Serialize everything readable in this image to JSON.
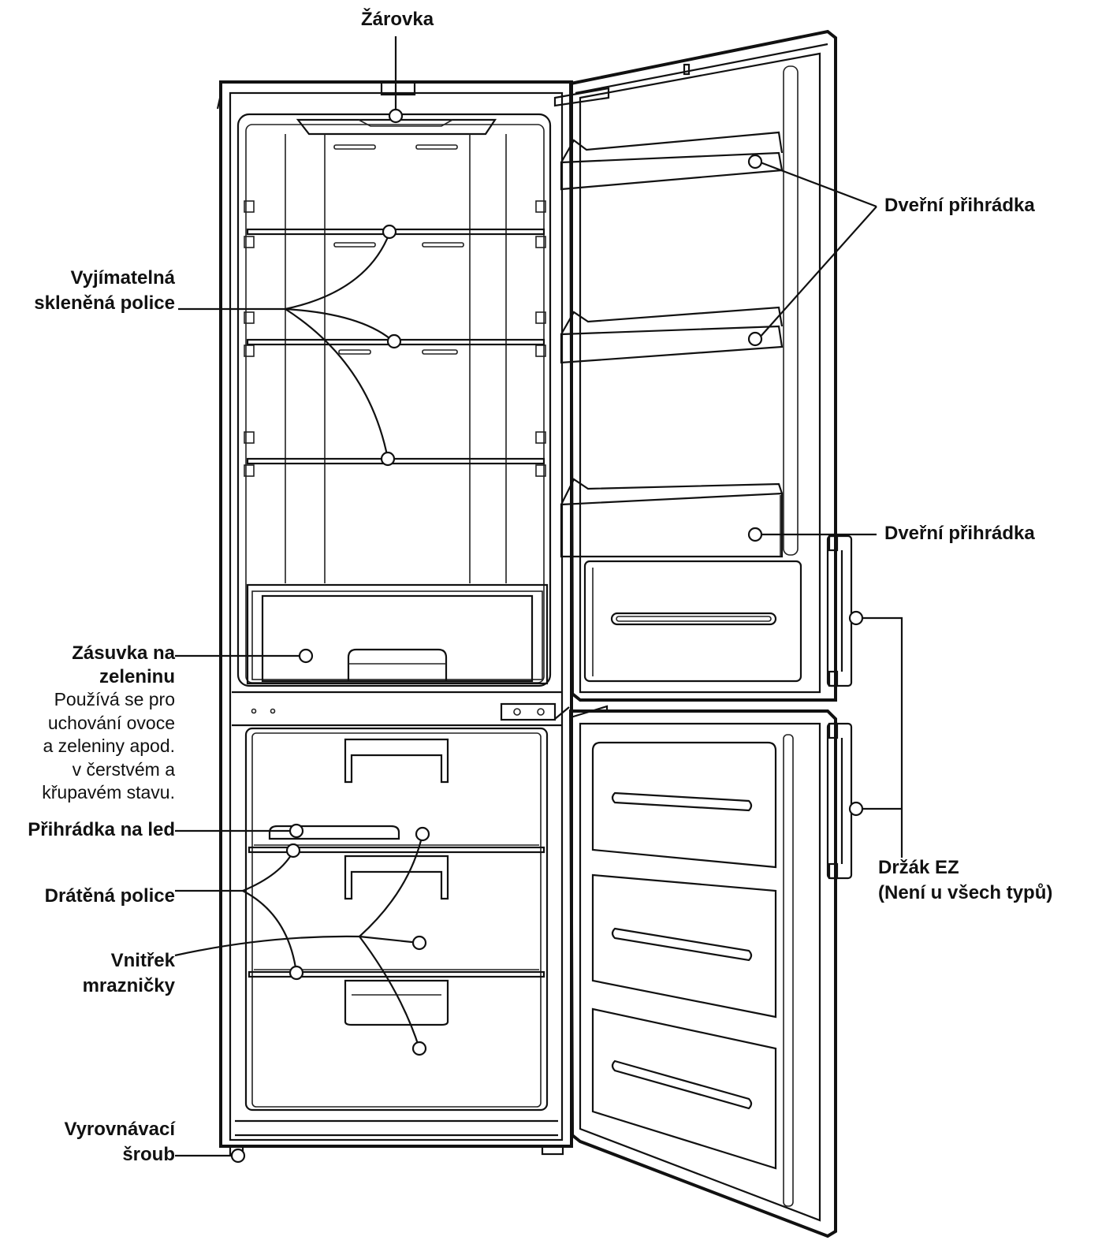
{
  "labels": {
    "bulb": "Žárovka",
    "door_bin_top": "Dveřní přihrádka",
    "door_bin_bottom": "Dveřní přihrádka",
    "glass_shelf_line1": "Vyjímatelná",
    "glass_shelf_line2": "skleněná police",
    "crisper_line1": "Zásuvka na",
    "crisper_line2": "zeleninu",
    "crisper_note": [
      "Používá se pro",
      "uchování ovoce",
      "a zeleniny apod.",
      "v čerstvém a",
      "křupavém stavu."
    ],
    "ice_tray": "Přihrádka na led",
    "wire_shelf": "Drátěná police",
    "freezer_line1": "Vnitřek",
    "freezer_line2": "mrazničky",
    "leveling_line1": "Vyrovnávací",
    "leveling_line2": "šroub",
    "handle_line1": "Držák EZ",
    "handle_line2": "(Není u všech typů)"
  },
  "colors": {
    "line": "#111111",
    "background": "#ffffff"
  }
}
